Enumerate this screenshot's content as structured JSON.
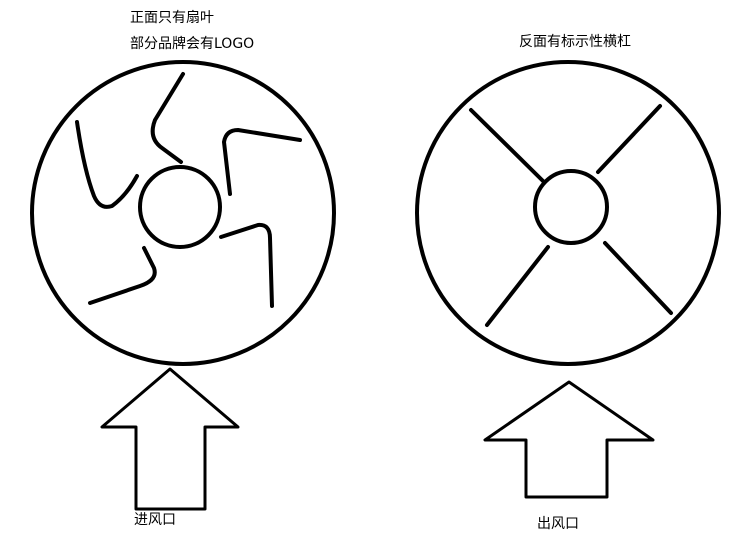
{
  "front": {
    "caption_line1": "正面只有扇叶",
    "caption_line2": "部分品牌会有LOGO",
    "bottom_label": "进风口"
  },
  "back": {
    "caption": "反面有标示性横杠",
    "bottom_label": "出风口"
  },
  "colors": {
    "stroke": "#000000",
    "background": "#ffffff"
  }
}
